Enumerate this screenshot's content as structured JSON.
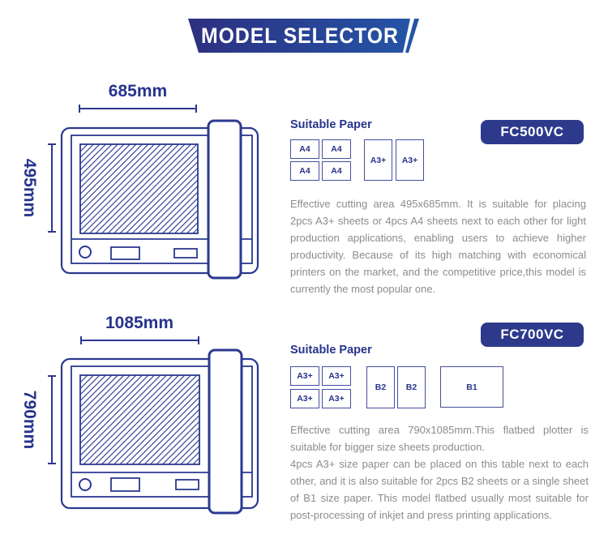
{
  "banner": {
    "title": "MODEL SELECTOR"
  },
  "colors": {
    "navy": "#2b3990",
    "badge_background": "#2d3a8c",
    "banner_gradient_start": "#2d2f80",
    "banner_gradient_end": "#2456a7",
    "description_gray": "#8c8c8e"
  },
  "models": [
    {
      "badge": "FC500VC",
      "dim_width": "685mm",
      "dim_height": "495mm",
      "paper_heading": "Suitable Paper",
      "paper_small": [
        "A4",
        "A4",
        "A4",
        "A4"
      ],
      "paper_medium": [
        "A3+",
        "A3+"
      ],
      "description": "Effective cutting area 495x685mm. It is suitable for placing 2pcs A3+ sheets or 4pcs A4 sheets next to each other for light production applications, enabling users to achieve higher productivity. Because of its high matching with economical printers on the market, and the competitive price,this model is currently the most popular one."
    },
    {
      "badge": "FC700VC",
      "dim_width": "1085mm",
      "dim_height": "790mm",
      "paper_heading": "Suitable Paper",
      "paper_small": [
        "A3+",
        "A3+",
        "A3+",
        "A3+"
      ],
      "paper_medium": [
        "B2",
        "B2"
      ],
      "paper_large": [
        "B1"
      ],
      "description": "Effective cutting area 790x1085mm.This flatbed plotter is suitable for bigger size sheets production.\n4pcs A3+ size paper can be placed on this table next to each other, and it is also suitable for 2pcs B2 sheets or a single sheet of B1 size paper. This model flatbed usually most suitable for post-processing of inkjet and press printing applications."
    }
  ]
}
